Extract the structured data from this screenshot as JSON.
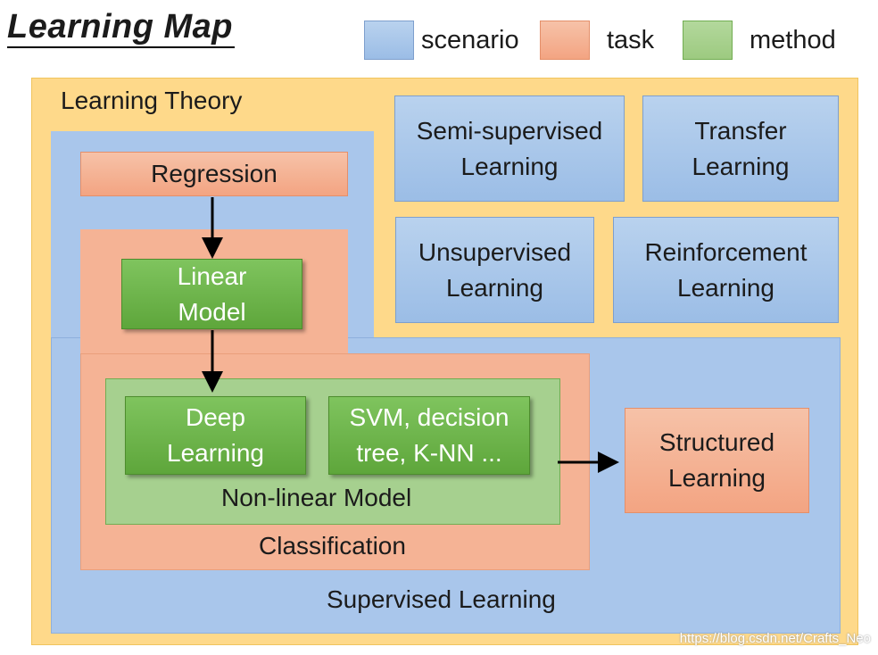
{
  "title": "Learning Map",
  "legend": [
    {
      "label": "scenario",
      "color": "#a9c6eb"
    },
    {
      "label": "task",
      "color": "#f5b395"
    },
    {
      "label": "method",
      "color": "#a9d18e"
    }
  ],
  "regions": {
    "learning_theory": "Learning Theory",
    "supervised_learning": "Supervised Learning",
    "classification": "Classification",
    "non_linear_model": "Non-linear Model"
  },
  "scenarios": {
    "semi_supervised": "Semi-supervised\nLearning",
    "transfer": "Transfer\nLearning",
    "unsupervised": "Unsupervised\nLearning",
    "reinforcement": "Reinforcement\nLearning"
  },
  "tasks": {
    "regression": "Regression",
    "structured": "Structured\nLearning"
  },
  "methods": {
    "linear_model": "Linear\nModel",
    "deep_learning": "Deep\nLearning",
    "svm": "SVM, decision\ntree, K-NN ..."
  },
  "watermark": "https://blog.csdn.net/Crafts_Neo"
}
